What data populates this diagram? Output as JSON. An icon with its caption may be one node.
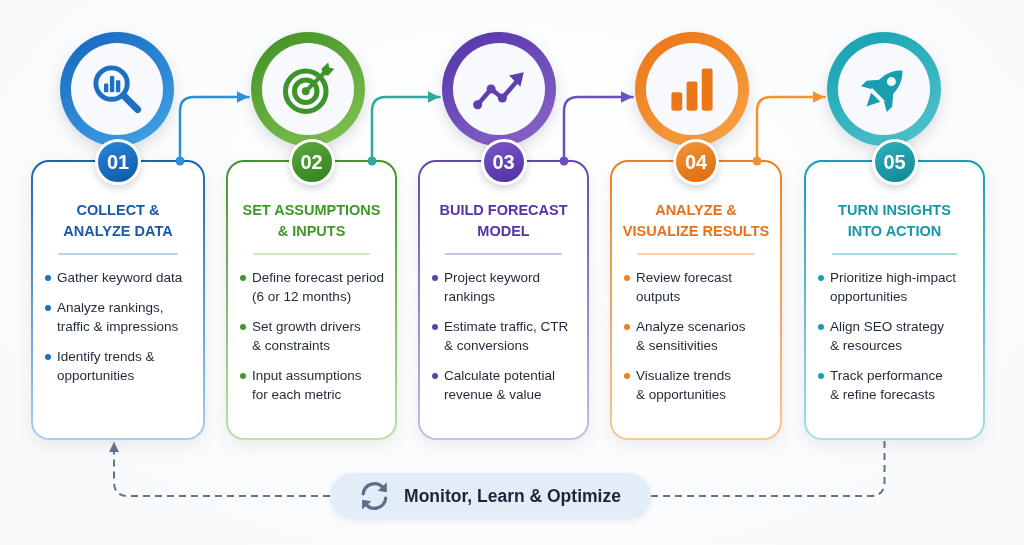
{
  "diagram": {
    "nodes": [
      {
        "text": [],
        "shape": "circle"
      },
      {
        "text": [
          "01",
          "COLLECT & ANALYZE DATA",
          "Gather keyword data",
          "Analyze rankings, traffic & impressions",
          "Identify trends & opportunities"
        ]
      },
      {
        "text": [],
        "shape": "circle"
      },
      {
        "text": [
          "02",
          "SET ASSUMPTIONS & INPUTS",
          "Define forecast period (6 or 12 months)",
          "Set growth drivers & constraints",
          "Input assumptions for each metric"
        ]
      },
      {
        "text": [],
        "shape": "circle"
      },
      {
        "text": [
          "03",
          "BUILD FORECAST MODEL",
          "Project keyword rankings",
          "Estimate traffic, CTR & conversions",
          "Calculate potential revenue & value"
        ]
      },
      {
        "text": [],
        "shape": "circle"
      },
      {
        "text": [
          "04",
          "ANALYZE & VISUALIZE RESULTS",
          "Review forecast outputs",
          "Analyze scenarios & sensitivities",
          "Visualize trends & opportunities"
        ]
      },
      {
        "text": [],
        "shape": "circle"
      },
      {
        "text": [
          "05",
          "TURN INSIGHTS INTO ACTION",
          "Prioritize high-impact opportunities",
          "Align SEO strategy & resources",
          "Track performance & refine forecasts"
        ]
      },
      {
        "text": [
          "Monitor, Learn & Optimize"
        ]
      }
    ],
    "edges": [
      {
        "from": 1,
        "to": 2,
        "arrow": "to",
        "color": "#2a8fdc"
      },
      {
        "from": 3,
        "to": 4,
        "arrow": "to",
        "color": "#2fa9a0"
      },
      {
        "from": 5,
        "to": 6,
        "arrow": "to",
        "color": "#6b4fc2"
      },
      {
        "from": 7,
        "to": 8,
        "arrow": "to",
        "color": "#f5922e"
      },
      {
        "from": 9,
        "to": 10,
        "arrow": "none",
        "style": "dashed",
        "color": "#62748a"
      },
      {
        "from": 10,
        "to": 1,
        "arrow": "to",
        "style": "dashed",
        "color": "#62748a"
      }
    ]
  }
}
